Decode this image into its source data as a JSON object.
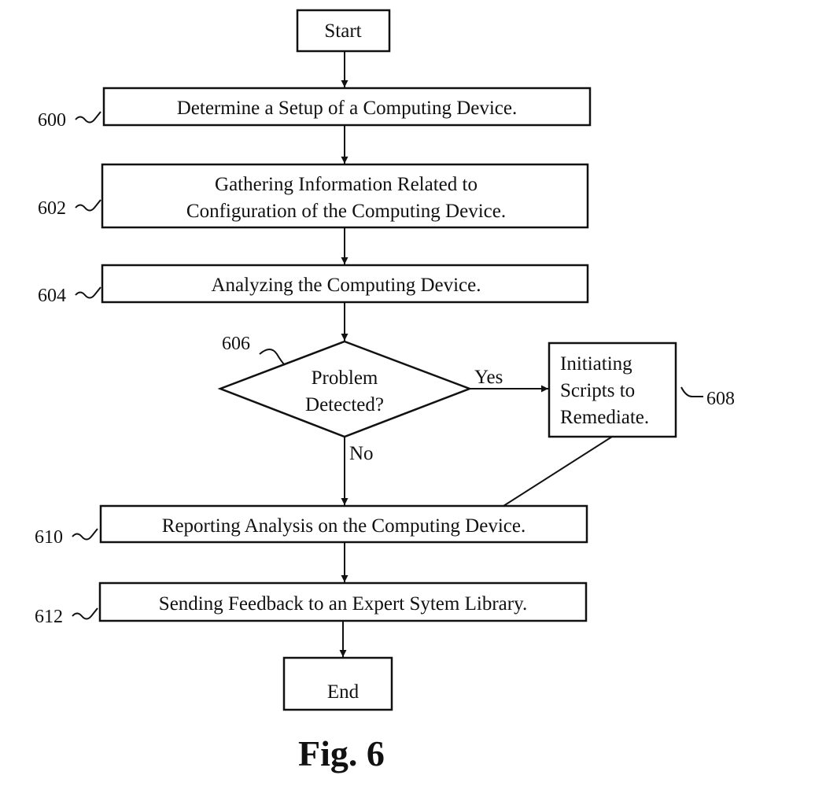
{
  "steps": {
    "start": "Start",
    "s600": "Determine a Setup of a Computing Device.",
    "s602_line1": "Gathering Information Related to",
    "s602_line2": "Configuration of the Computing Device.",
    "s604": "Analyzing the Computing Device.",
    "s606_line1": "Problem",
    "s606_line2": "Detected?",
    "s608_line1": "Initiating",
    "s608_line2": "Scripts to",
    "s608_line3": "Remediate.",
    "s610": "Reporting Analysis on the Computing Device.",
    "s612": "Sending Feedback to an Expert Sytem Library.",
    "end": "End"
  },
  "branches": {
    "yes": "Yes",
    "no": "No"
  },
  "refs": {
    "r600": "600",
    "r602": "602",
    "r604": "604",
    "r606": "606",
    "r608": "608",
    "r610": "610",
    "r612": "612"
  },
  "figure_caption": "Fig. 6"
}
